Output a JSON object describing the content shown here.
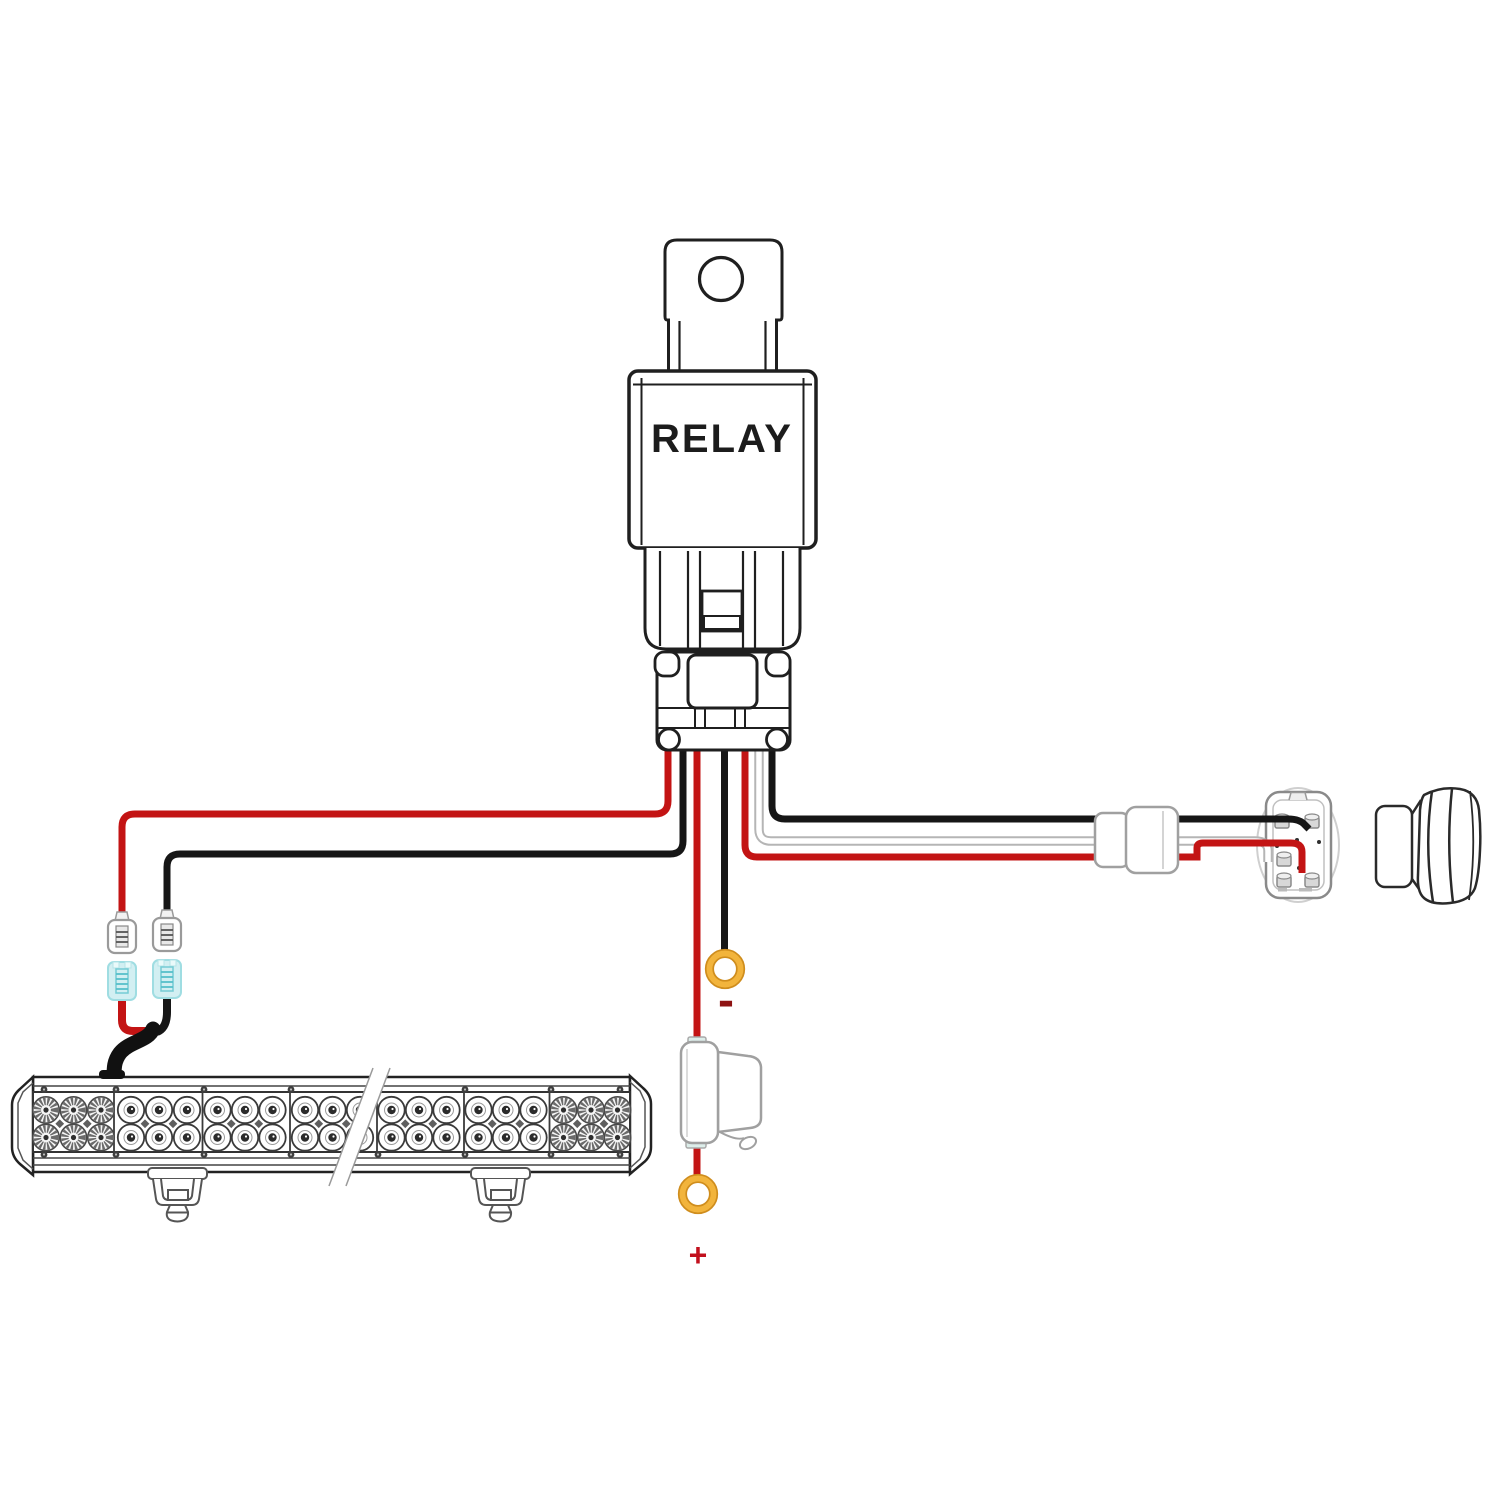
{
  "page": {
    "background": "#ffffff"
  },
  "labels": {
    "relay": "RELAY",
    "negative": "-",
    "positive": "+"
  },
  "colors": {
    "outline_dark": "#1f1f1f",
    "component_gray": "#9a9a9a",
    "wire_red": "#c31414",
    "wire_black": "#161616",
    "wire_white": "#ffffff",
    "wire_white_outline": "#b5b5b5",
    "ring_terminal_gold": "#f2b43c",
    "ring_terminal_edge": "#cf8d1d",
    "terminal_cyan": "#d2eff2",
    "terminal_cyan_dark": "#57c0ca",
    "negative_label_color": "#8e1212",
    "positive_label_color": "#c2101d"
  },
  "components": [
    "relay",
    "relay-socket-connector",
    "led-light-bar",
    "light-bar-mounting-brackets",
    "inline-fuse-holder",
    "ring-terminal-negative",
    "ring-terminal-positive",
    "rocker-switch",
    "switch-back-connector",
    "wire-harness-sleeve",
    "male-spade-terminals",
    "female-spade-terminals-fused"
  ]
}
